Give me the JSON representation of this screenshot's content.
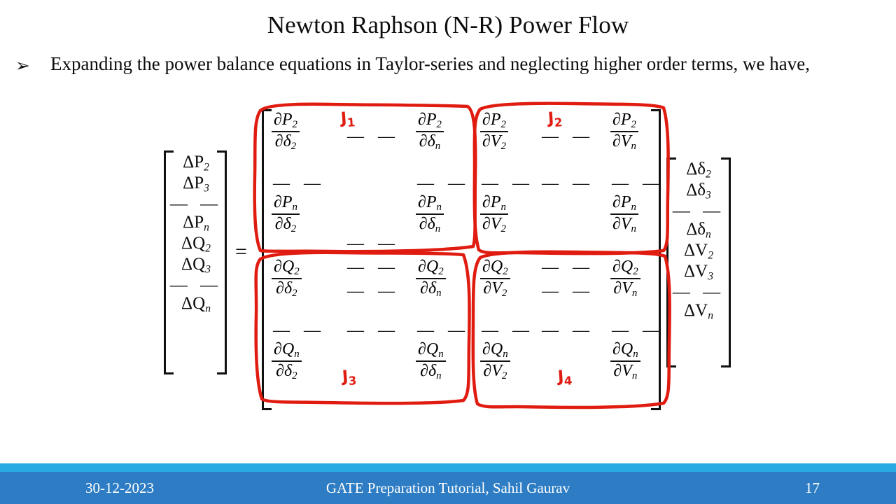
{
  "slide": {
    "title": "Newton Raphson (N-R) Power Flow",
    "bullet_glyph": "➢",
    "bullet_text": "Expanding the power balance equations in Taylor-series and neglecting higher order terms, we have,",
    "equals_sign": "=",
    "dash_pair": "— —",
    "accent_red": "#E01B10",
    "footer_strip_color": "#29ABE2",
    "footer_bar_color": "#2E7DC4"
  },
  "lhs_vector": {
    "name": "mismatch-vector",
    "cells": [
      "ΔP",
      "ΔP",
      "— —",
      "ΔP",
      "ΔQ",
      "ΔQ",
      "— —",
      "ΔQ"
    ],
    "entries": [
      {
        "sym": "ΔP",
        "sub": "2"
      },
      {
        "sym": "ΔP",
        "sub": "3"
      },
      {
        "sym": "— —",
        "sub": ""
      },
      {
        "sym": "ΔP",
        "sub": "n"
      },
      {
        "sym": "ΔQ",
        "sub": "2"
      },
      {
        "sym": "ΔQ",
        "sub": "3"
      },
      {
        "sym": "— —",
        "sub": ""
      },
      {
        "sym": "ΔQ",
        "sub": "n"
      }
    ]
  },
  "rhs_vector": {
    "name": "correction-vector",
    "entries": [
      {
        "sym": "Δδ",
        "sub": "2"
      },
      {
        "sym": "Δδ",
        "sub": "3"
      },
      {
        "sym": "— —",
        "sub": ""
      },
      {
        "sym": "Δδ",
        "sub": "n"
      },
      {
        "sym": "ΔV",
        "sub": "2"
      },
      {
        "sym": "ΔV",
        "sub": "3"
      },
      {
        "sym": "— —",
        "sub": ""
      },
      {
        "sym": "ΔV",
        "sub": "n"
      }
    ]
  },
  "jacobian": {
    "blocks": [
      {
        "label": "J",
        "label_sub": "1",
        "tl_num": "∂P",
        "tl_num_sub": "2",
        "tl_den": "∂δ",
        "tl_den_sub": "2",
        "tr_num": "∂P",
        "tr_num_sub": "2",
        "tr_den": "∂δ",
        "tr_den_sub": "n",
        "bl_num": "∂P",
        "bl_num_sub": "n",
        "bl_den": "∂δ",
        "bl_den_sub": "2",
        "br_num": "∂P",
        "br_num_sub": "n",
        "br_den": "∂δ",
        "br_den_sub": "n"
      },
      {
        "label": "J",
        "label_sub": "2",
        "tl_num": "∂P",
        "tl_num_sub": "2",
        "tl_den": "∂V",
        "tl_den_sub": "2",
        "tr_num": "∂P",
        "tr_num_sub": "2",
        "tr_den": "∂V",
        "tr_den_sub": "n",
        "bl_num": "∂P",
        "bl_num_sub": "n",
        "bl_den": "∂V",
        "bl_den_sub": "2",
        "br_num": "∂P",
        "br_num_sub": "n",
        "br_den": "∂V",
        "br_den_sub": "n"
      },
      {
        "label": "J",
        "label_sub": "3",
        "tl_num": "∂Q",
        "tl_num_sub": "2",
        "tl_den": "∂δ",
        "tl_den_sub": "2",
        "tr_num": "∂Q",
        "tr_num_sub": "2",
        "tr_den": "∂δ",
        "tr_den_sub": "n",
        "bl_num": "∂Q",
        "bl_num_sub": "n",
        "bl_den": "∂δ",
        "bl_den_sub": "2",
        "br_num": "∂Q",
        "br_num_sub": "n",
        "br_den": "∂δ",
        "br_den_sub": "n"
      },
      {
        "label": "J",
        "label_sub": "4",
        "tl_num": "∂Q",
        "tl_num_sub": "2",
        "tl_den": "∂V",
        "tl_den_sub": "2",
        "tr_num": "∂Q",
        "tr_num_sub": "2",
        "tr_den": "∂V",
        "tr_den_sub": "n",
        "bl_num": "∂Q",
        "bl_num_sub": "n",
        "bl_den": "∂V",
        "bl_den_sub": "2",
        "br_num": "∂Q",
        "br_num_sub": "n",
        "br_den": "∂V",
        "br_den_sub": "n"
      }
    ]
  },
  "footer": {
    "date": "30-12-2023",
    "center": "GATE Preparation Tutorial, Sahil Gaurav",
    "page": "17"
  }
}
